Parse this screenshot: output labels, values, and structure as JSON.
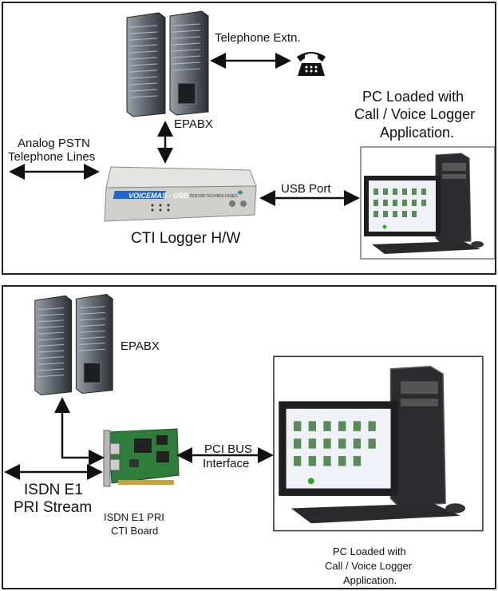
{
  "top_panel": {
    "telephone_extn": "Telephone Extn.",
    "epabx": "EPABX",
    "analog_pstn_line1": "Analog PSTN",
    "analog_pstn_line2": "Telephone Lines",
    "device_brand": "VOICEMAS - USB",
    "device_maker": "TRICOM TECHNOLOGIES",
    "usb_port": "USB Port",
    "cti_logger": "CTI Logger H/W",
    "pc_line1": "PC Loaded with",
    "pc_line2": "Call / Voice Logger",
    "pc_line3": "Application."
  },
  "bottom_panel": {
    "epabx": "EPABX",
    "pci_bus_line1": "PCI BUS",
    "pci_bus_line2": "Interface",
    "isdn_stream_line1": "ISDN E1",
    "isdn_stream_line2": "PRI Stream",
    "isdn_board_line1": "ISDN E1 PRI",
    "isdn_board_line2": "CTI Board",
    "pc_line1": "PC Loaded with",
    "pc_line2": "Call / Voice Logger",
    "pc_line3": "Application."
  },
  "icons": {
    "server": "server-rack-icon",
    "phone": "telephone-icon",
    "logger": "logger-box-icon",
    "pc": "desktop-pc-icon",
    "card": "pci-card-icon"
  },
  "colors": {
    "border": "#222222",
    "server_dark": "#2f3238",
    "server_light": "#8d939c",
    "device_blue": "#2266cc",
    "board_green": "#2f7d3a"
  }
}
